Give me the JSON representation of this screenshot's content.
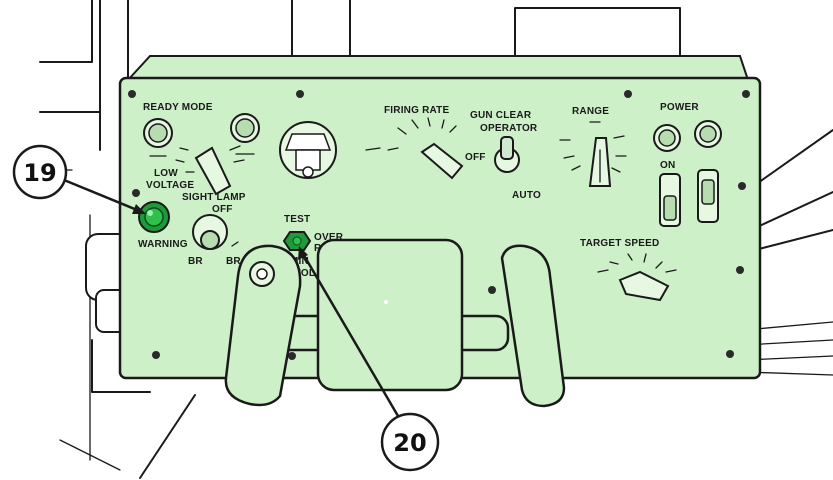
{
  "colors": {
    "panel_fill": "#cdf0c8",
    "panel_shadow": "#a9d9a4",
    "indicator_green": "#1e9a3a",
    "outline": "#1a1a1a",
    "background": "#ffffff"
  },
  "callouts": [
    {
      "id": "19",
      "label": "19"
    },
    {
      "id": "20",
      "label": "20"
    }
  ],
  "panel_labels": {
    "ready_mode": "READY MODE",
    "low_voltage": "LOW\nVOLTAGE",
    "warning": "WARNING",
    "sight_lamp": "SIGHT LAMP",
    "off": "OFF",
    "br_left": "BR",
    "br_right": "BR",
    "test": "TEST",
    "override": "OVER\nRIDE",
    "min_vol": "MIN\nVOL",
    "firing_rate": "FIRING RATE",
    "firing_rate_off": "OFF",
    "gun_clear": "GUN CLEAR",
    "operator": "OPERATOR",
    "auto": "AUTO",
    "range": "RANGE",
    "power": "POWER",
    "on": "ON",
    "target_speed": "TARGET SPEED"
  },
  "icons": [
    "ready-mode-knob-icon",
    "mode-knob-icon",
    "mode-selector-lever-icon",
    "low-voltage-warning-lamp-icon",
    "sight-lamp-dimmer-knob-icon",
    "meter-gauge-icon",
    "test-override-button-icon",
    "firing-rate-lever-icon",
    "gun-clear-toggle-icon",
    "range-lever-icon",
    "power-knob-icon",
    "power-toggle-icon",
    "target-speed-lever-icon",
    "hand-grip-icon"
  ]
}
